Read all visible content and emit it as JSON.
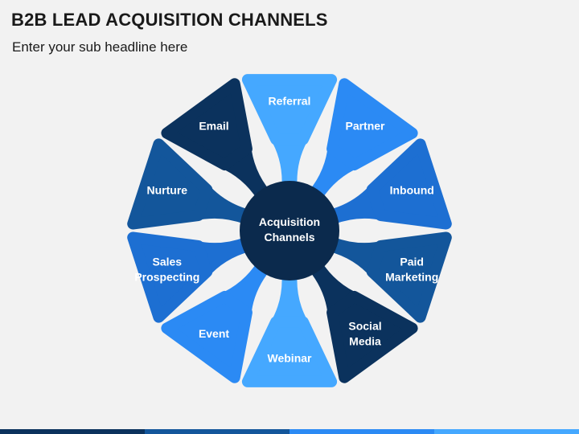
{
  "header": {
    "title": "B2B LEAD ACQUISITION CHANNELS",
    "subtitle": "Enter your sub headline here"
  },
  "center": {
    "lines": [
      "Acquisition",
      "Channels"
    ],
    "color": "#0b2a4d"
  },
  "petals": [
    {
      "lines": [
        "Referral"
      ],
      "color": "#45a8ff"
    },
    {
      "lines": [
        "Partner"
      ],
      "color": "#2b8af4"
    },
    {
      "lines": [
        "Inbound"
      ],
      "color": "#1d6fd2"
    },
    {
      "lines": [
        "Paid",
        "Marketing"
      ],
      "color": "#13569b"
    },
    {
      "lines": [
        "Social",
        "Media"
      ],
      "color": "#0b325d"
    },
    {
      "lines": [
        "Webinar"
      ],
      "color": "#45a8ff"
    },
    {
      "lines": [
        "Event"
      ],
      "color": "#2b8af4"
    },
    {
      "lines": [
        "Sales",
        "Prospecting"
      ],
      "color": "#1d6fd2"
    },
    {
      "lines": [
        "Nurture"
      ],
      "color": "#13569b"
    },
    {
      "lines": [
        "Email"
      ],
      "color": "#0b325d"
    }
  ],
  "footer_colors": [
    "#0b325d",
    "#13569b",
    "#2b8af4",
    "#45a8ff"
  ]
}
